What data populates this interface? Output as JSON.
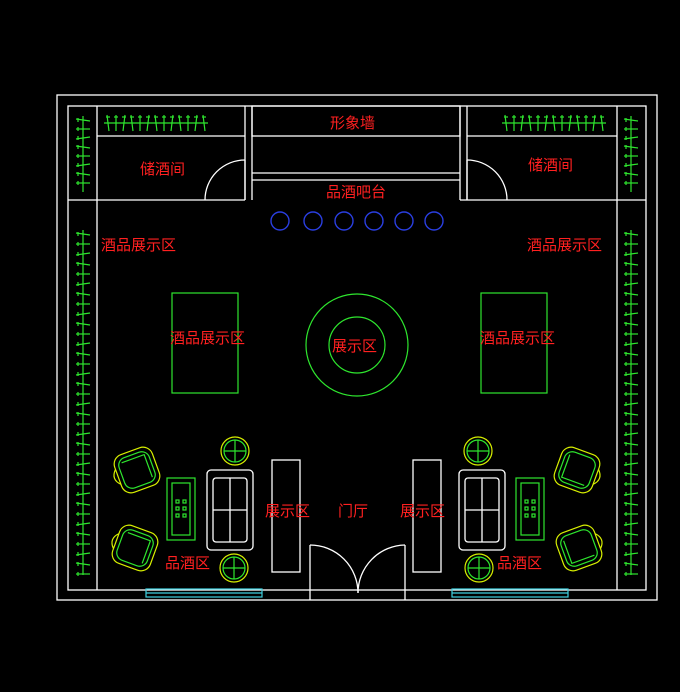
{
  "labels": {
    "image_wall": "形象墙",
    "storage_left": "储酒间",
    "storage_right": "储酒间",
    "bar_counter": "品酒吧台",
    "display_left": "酒品展示区",
    "display_right": "酒品展示区",
    "display_box_left": "酒品展示区",
    "display_box_right": "酒品展示区",
    "display_center": "展示区",
    "display_lower_left": "展示区",
    "display_lower_right": "展示区",
    "lobby": "门厅",
    "tasting_left": "品酒区",
    "tasting_right": "品酒区"
  },
  "colors": {
    "background": "#000000",
    "walls": "#ffffff",
    "furniture": "#2ee62e",
    "chairs": "#d8f000",
    "stools": "#2a3ee0",
    "windows": "#40d0e0",
    "labels": "#ff2020"
  }
}
